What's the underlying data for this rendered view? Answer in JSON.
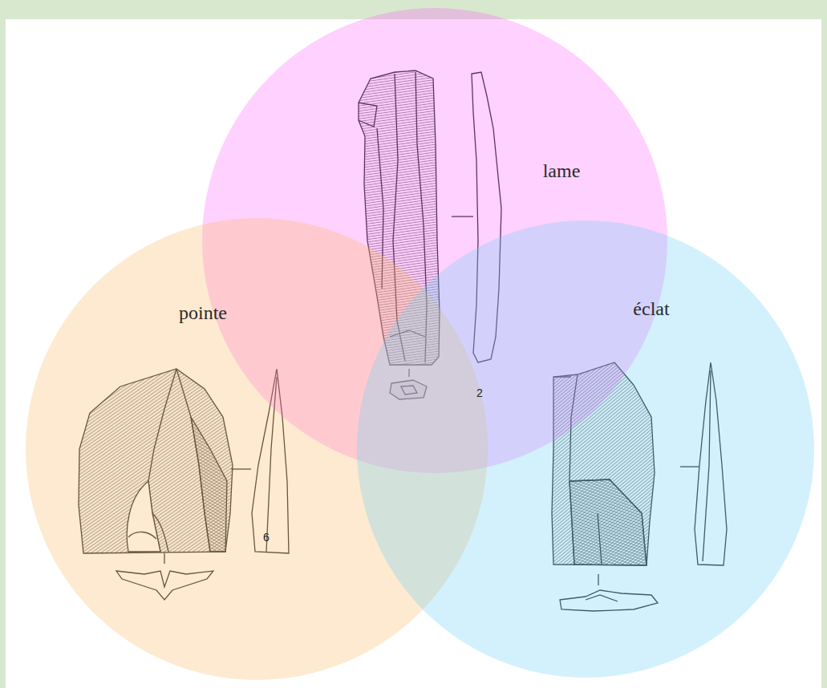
{
  "diagram": {
    "nodes": [
      {
        "text": [
          "lame"
        ]
      },
      {
        "text": [
          "pointe"
        ]
      },
      {
        "text": [
          "éclat"
        ]
      }
    ],
    "labels": [
      "2",
      "6"
    ]
  }
}
